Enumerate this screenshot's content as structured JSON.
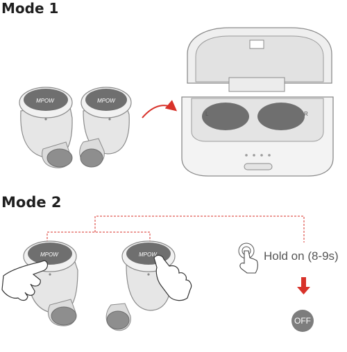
{
  "mode1": {
    "title": "Mode 1"
  },
  "mode2": {
    "title": "Mode 2"
  },
  "brand": "MPOW",
  "case": {
    "left_label": "L",
    "right_label": "R"
  },
  "hold_instruction": "Hold on (8-9s)",
  "off_label": "OFF",
  "colors": {
    "accent_red": "#d8322a",
    "outline": "#8a8a8a",
    "body": "#e4e4e4",
    "dark_cap": "#6f6f6f",
    "tip": "#8e8e8e"
  }
}
